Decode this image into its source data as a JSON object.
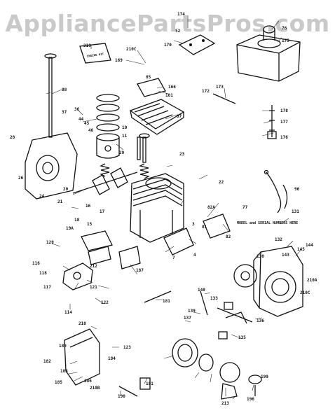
{
  "watermark": "AppliancePartsPros.com",
  "callouts": {
    "model_serial": "MODEL and SERIAL NUMBERS HERE",
    "label_card": "ENGINE KIT"
  },
  "parts": [
    {
      "id": "p174",
      "text": "174"
    },
    {
      "id": "p52",
      "text": "52"
    },
    {
      "id": "p76",
      "text": "76"
    },
    {
      "id": "p219",
      "text": "219"
    },
    {
      "id": "p210C",
      "text": "210C"
    },
    {
      "id": "p169",
      "text": "169"
    },
    {
      "id": "p170",
      "text": "170"
    },
    {
      "id": "p175",
      "text": "175"
    },
    {
      "id": "p85",
      "text": "85"
    },
    {
      "id": "p101",
      "text": "101"
    },
    {
      "id": "p173",
      "text": "173"
    },
    {
      "id": "p172",
      "text": "172"
    },
    {
      "id": "p166",
      "text": "166"
    },
    {
      "id": "p97",
      "text": "97"
    },
    {
      "id": "p88",
      "text": "88"
    },
    {
      "id": "p36",
      "text": "36"
    },
    {
      "id": "p37",
      "text": "37"
    },
    {
      "id": "p44",
      "text": "44"
    },
    {
      "id": "p45",
      "text": "45"
    },
    {
      "id": "p46",
      "text": "46"
    },
    {
      "id": "p10",
      "text": "10"
    },
    {
      "id": "p11",
      "text": "11"
    },
    {
      "id": "p29",
      "text": "29"
    },
    {
      "id": "p178",
      "text": "178"
    },
    {
      "id": "p177",
      "text": "177"
    },
    {
      "id": "p176",
      "text": "176"
    },
    {
      "id": "p23",
      "text": "23"
    },
    {
      "id": "p22",
      "text": "22"
    },
    {
      "id": "p96",
      "text": "96"
    },
    {
      "id": "p28",
      "text": "28"
    },
    {
      "id": "p26",
      "text": "26"
    },
    {
      "id": "p24",
      "text": "24"
    },
    {
      "id": "p20",
      "text": "20"
    },
    {
      "id": "p21",
      "text": "21"
    },
    {
      "id": "p17",
      "text": "17"
    },
    {
      "id": "p16",
      "text": "16"
    },
    {
      "id": "p15",
      "text": "15"
    },
    {
      "id": "p19A",
      "text": "19A"
    },
    {
      "id": "p18",
      "text": "18"
    },
    {
      "id": "p82A",
      "text": "82A"
    },
    {
      "id": "p77",
      "text": "77"
    },
    {
      "id": "p81",
      "text": "81"
    },
    {
      "id": "p82",
      "text": "82"
    },
    {
      "id": "p131",
      "text": "131"
    },
    {
      "id": "p132",
      "text": "132"
    },
    {
      "id": "p145",
      "text": "145"
    },
    {
      "id": "p143",
      "text": "143"
    },
    {
      "id": "p144",
      "text": "144"
    },
    {
      "id": "p130",
      "text": "130"
    },
    {
      "id": "p210A",
      "text": "210A"
    },
    {
      "id": "p210C2",
      "text": "210C"
    },
    {
      "id": "p3",
      "text": "3"
    },
    {
      "id": "p4",
      "text": "4"
    },
    {
      "id": "p7",
      "text": "7"
    },
    {
      "id": "p120",
      "text": "120"
    },
    {
      "id": "p116",
      "text": "116"
    },
    {
      "id": "p118",
      "text": "118"
    },
    {
      "id": "p117",
      "text": "117"
    },
    {
      "id": "p212",
      "text": "212"
    },
    {
      "id": "p187",
      "text": "187"
    },
    {
      "id": "p121",
      "text": "121"
    },
    {
      "id": "p122",
      "text": "122"
    },
    {
      "id": "p114",
      "text": "114"
    },
    {
      "id": "p181",
      "text": "181"
    },
    {
      "id": "p140",
      "text": "140"
    },
    {
      "id": "p133",
      "text": "133"
    },
    {
      "id": "p137",
      "text": "137"
    },
    {
      "id": "p139",
      "text": "139"
    },
    {
      "id": "p136",
      "text": "136"
    },
    {
      "id": "p135",
      "text": "135"
    },
    {
      "id": "p210",
      "text": "210"
    },
    {
      "id": "p189",
      "text": "189"
    },
    {
      "id": "p123",
      "text": "123"
    },
    {
      "id": "p182",
      "text": "182"
    },
    {
      "id": "p183",
      "text": "183"
    },
    {
      "id": "p185",
      "text": "185"
    },
    {
      "id": "p184",
      "text": "184"
    },
    {
      "id": "p186",
      "text": "186"
    },
    {
      "id": "p210B",
      "text": "210B"
    },
    {
      "id": "p190",
      "text": "190"
    },
    {
      "id": "p191",
      "text": "191"
    },
    {
      "id": "p213",
      "text": "213"
    },
    {
      "id": "p199",
      "text": "199"
    },
    {
      "id": "p196",
      "text": "196"
    }
  ]
}
